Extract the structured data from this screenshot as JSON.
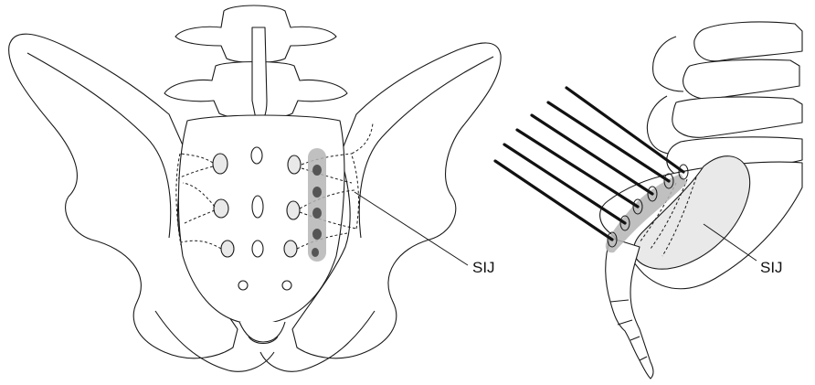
{
  "figure": {
    "left_panel": {
      "label": "SIJ"
    },
    "right_panel": {
      "label": "SIJ"
    },
    "colors": {
      "line": "#1a1a1a",
      "joint_fill": "#e9e9e9",
      "lesion_shade": "#b5b5b5",
      "lesion_dot": "#555555",
      "needle": "#111111"
    },
    "needle_count": 6,
    "lesion_dot_count": 5
  }
}
